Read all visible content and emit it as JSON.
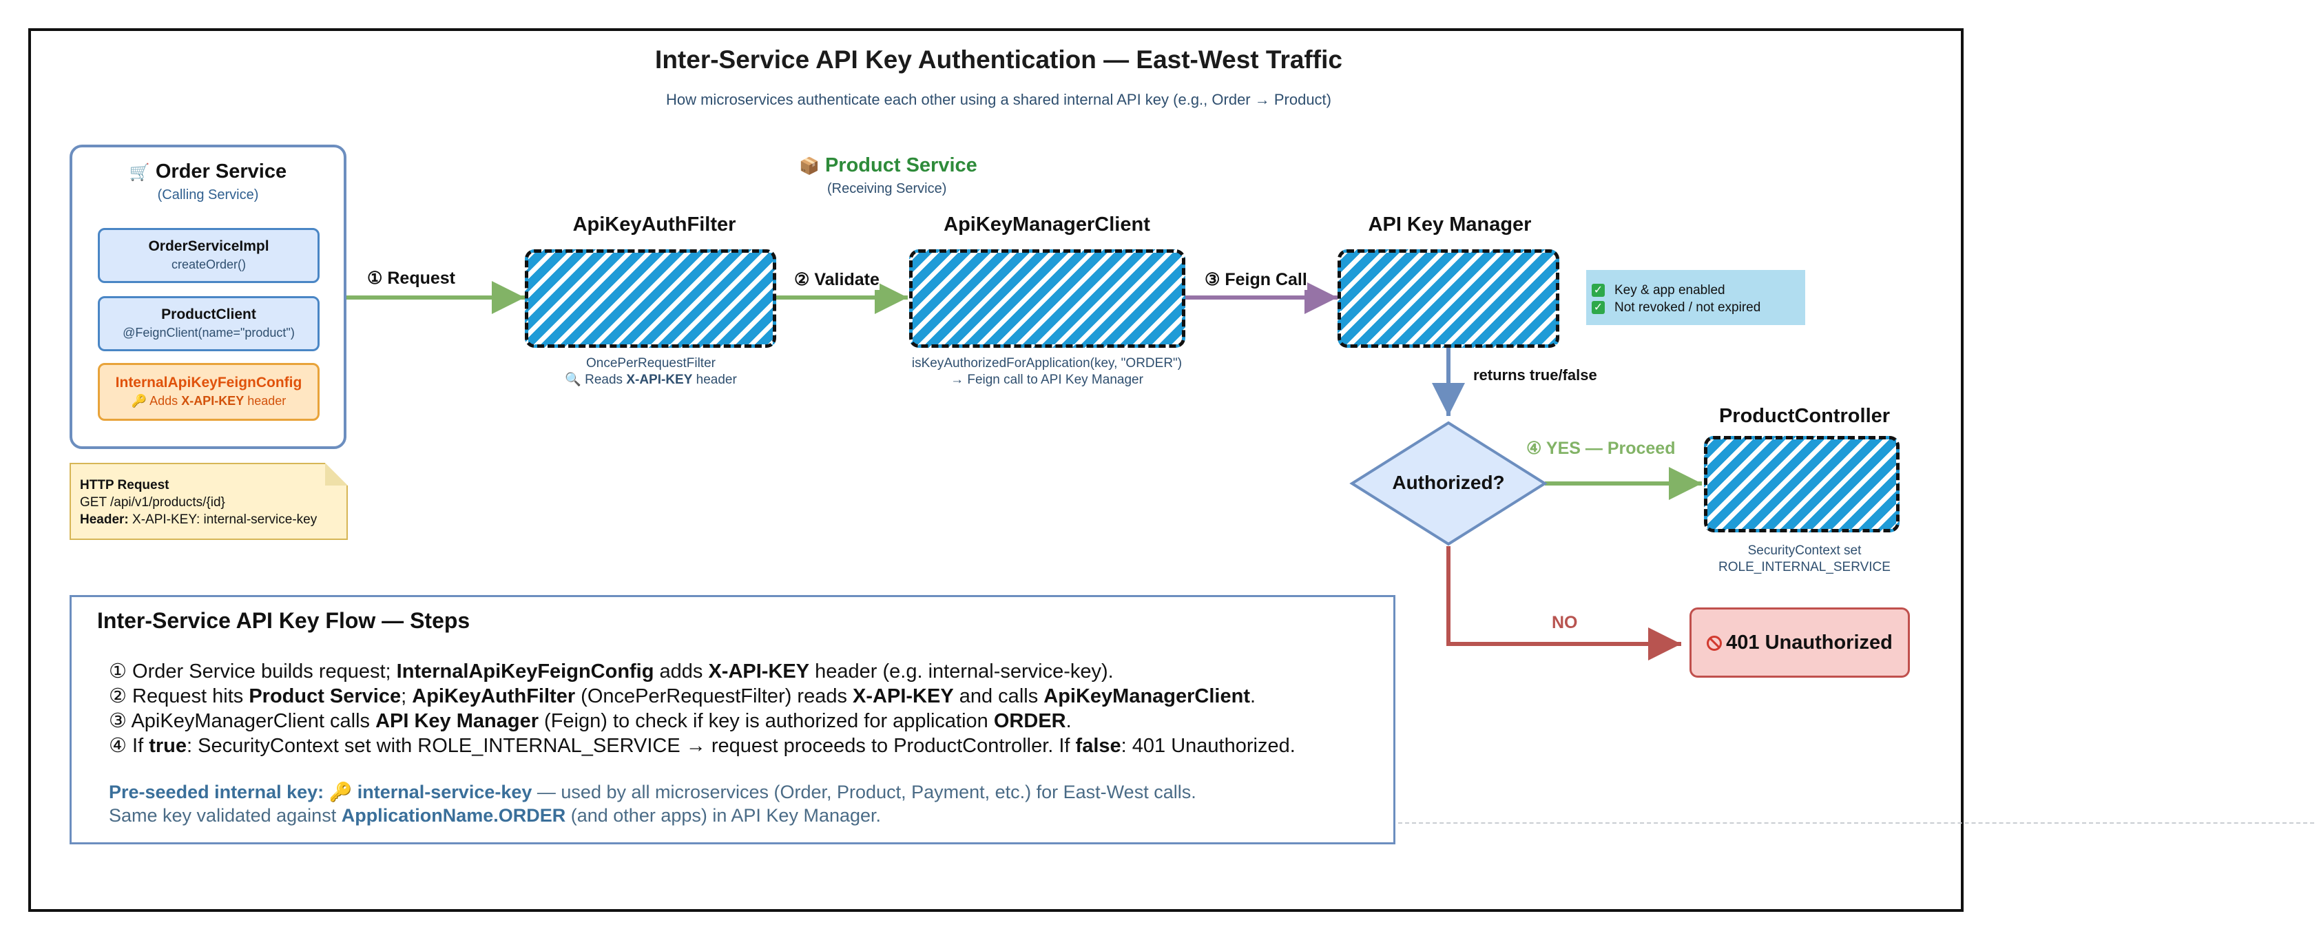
{
  "title": "Inter-Service API Key Authentication — East-West Traffic",
  "subtitle": "How microservices authenticate each other using a shared internal API key (e.g., Order → Product)",
  "order_service": {
    "icon": "cart-icon",
    "icon_glyph": "🛒",
    "title": "Order Service",
    "subtitle": "(Calling Service)",
    "box1": {
      "title": "OrderServiceImpl",
      "sub": "createOrder()"
    },
    "box2": {
      "title": "ProductClient",
      "sub": "@FeignClient(name=\"product\")"
    },
    "box3": {
      "title": "InternalApiKeyFeignConfig",
      "key_glyph": "🔑",
      "sub_pre": "Adds ",
      "sub_bold": "X-API-KEY",
      "sub_post": " header"
    }
  },
  "http_note": {
    "line1": "HTTP Request",
    "line2": "GET /api/v1/products/{id}",
    "line3_bold": "Header:",
    "line3_rest": " X-API-KEY: internal-service-key"
  },
  "product_service": {
    "icon": "package-icon",
    "icon_glyph": "📦",
    "title": "Product Service",
    "subtitle": "(Receiving Service)",
    "color": "#2e8b3a"
  },
  "components": {
    "filter": {
      "label": "ApiKeyAuthFilter",
      "cap1": "OncePerRequestFilter",
      "cap2_icon": "🔍",
      "cap2_pre": " Reads ",
      "cap2_bold": "X-API-KEY",
      "cap2_post": " header"
    },
    "client": {
      "label": "ApiKeyManagerClient",
      "cap1": "isKeyAuthorizedForApplication(key, \"ORDER\")",
      "cap2": "→ Feign call to API Key Manager"
    },
    "manager": {
      "label": "API Key Manager"
    },
    "controller": {
      "label": "ProductController",
      "cap1": "SecurityContext set",
      "cap2": "ROLE_INTERNAL_SERVICE"
    }
  },
  "edges": {
    "request": "① Request",
    "validate": "② Validate",
    "feign": "③ Feign Call",
    "returns": "returns true/false",
    "yes": "④ YES — Proceed",
    "no": "NO"
  },
  "checks": [
    "Key & app enabled",
    "Not revoked / not expired"
  ],
  "decision": "Authorized?",
  "unauthorized": "401 Unauthorized",
  "steps": {
    "title": "Inter-Service API Key Flow — Steps",
    "s1": {
      "a": "① Order Service builds request; ",
      "b": "InternalApiKeyFeignConfig",
      "c": " adds ",
      "d": "X-API-KEY",
      "e": " header (e.g. internal-service-key)."
    },
    "s2": {
      "a": "② Request hits ",
      "b": "Product Service",
      "c": "; ",
      "d": "ApiKeyAuthFilter",
      "e": " (OncePerRequestFilter) reads ",
      "f": "X-API-KEY",
      "g": " and calls ",
      "h": "ApiKeyManagerClient",
      "i": "."
    },
    "s3": {
      "a": "③ ApiKeyManagerClient calls ",
      "b": "API Key Manager",
      "c": " (Feign) to check if key is authorized for application ",
      "d": "ORDER",
      "e": "."
    },
    "s4": {
      "a": "④ If ",
      "b": "true",
      "c": ": SecurityContext set with ROLE_INTERNAL_SERVICE → request proceeds to ProductController. If ",
      "d": "false",
      "e": ": 401 Unauthorized."
    },
    "pre1": {
      "a": "Pre-seeded internal key: ",
      "b": "🔑 internal-service-key",
      "c": " — used by all microservices (Order, Product, Payment, etc.) for East-West calls."
    },
    "pre2": {
      "a": "Same key validated against ",
      "b": "ApplicationName.ORDER",
      "c": " (and other apps) in API Key Manager."
    }
  },
  "colors": {
    "green_edge": "#82b366",
    "purple_edge": "#9673a6",
    "blue_edge": "#6c8ebf",
    "red_edge": "#b85450",
    "hatch": "#1f9bd7"
  }
}
